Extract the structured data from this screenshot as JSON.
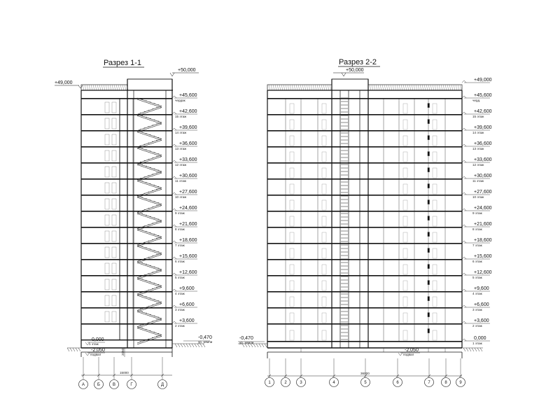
{
  "section_1": {
    "title": "Разрез 1-1",
    "top_left": "+49,000",
    "top_right": "+50,000",
    "levels_right": [
      {
        "mark": "+45,600",
        "note": "чердак"
      },
      {
        "mark": "+42,600",
        "note": "15 этаж"
      },
      {
        "mark": "+39,600",
        "note": "14 этаж"
      },
      {
        "mark": "+36,600",
        "note": "13 этаж"
      },
      {
        "mark": "+33,600",
        "note": "12 этаж"
      },
      {
        "mark": "+30,600",
        "note": "11 этаж"
      },
      {
        "mark": "+27,600",
        "note": "10 этаж"
      },
      {
        "mark": "+24,600",
        "note": "9 этаж"
      },
      {
        "mark": "+21,600",
        "note": "8 этаж"
      },
      {
        "mark": "+18,600",
        "note": "7 этаж"
      },
      {
        "mark": "+15,600",
        "note": "6 этаж"
      },
      {
        "mark": "+12,600",
        "note": "5 этаж"
      },
      {
        "mark": "+9,600",
        "note": "4 этаж"
      },
      {
        "mark": "+6,600",
        "note": "3 этаж"
      },
      {
        "mark": "+3,600",
        "note": "2 этаж"
      }
    ],
    "ground": {
      "mark": "0,000",
      "note": "1 этаж"
    },
    "basement": {
      "mark": "-2,050",
      "note": "подвал"
    },
    "terrain": {
      "mark": "-0,470",
      "note": "ур. земли"
    },
    "dim_small": "2050",
    "overall_dim": "15000",
    "axes": [
      "А",
      "Б",
      "В",
      "Г",
      "Д"
    ]
  },
  "section_2": {
    "title": "Разрез 2-2",
    "top_center": "+50,000",
    "terrain": {
      "mark": "-0,470",
      "note": "ур. земли"
    },
    "levels_right": [
      {
        "mark": "+49,000",
        "note": ""
      },
      {
        "mark": "+45,600",
        "note": "черд."
      },
      {
        "mark": "+42,600",
        "note": "15 этаж"
      },
      {
        "mark": "+39,600",
        "note": "14 этаж"
      },
      {
        "mark": "+36,600",
        "note": "13 этаж"
      },
      {
        "mark": "+33,600",
        "note": "12 этаж"
      },
      {
        "mark": "+30,600",
        "note": "11 этаж"
      },
      {
        "mark": "+27,600",
        "note": "10 этаж"
      },
      {
        "mark": "+24,600",
        "note": "9 этаж"
      },
      {
        "mark": "+21,600",
        "note": "8 этаж"
      },
      {
        "mark": "+18,600",
        "note": "7 этаж"
      },
      {
        "mark": "+15,600",
        "note": "6 этаж"
      },
      {
        "mark": "+12,600",
        "note": "5 этаж"
      },
      {
        "mark": "+9,600",
        "note": "4 этаж"
      },
      {
        "mark": "+6,600",
        "note": "3 этаж"
      },
      {
        "mark": "+3,600",
        "note": "2 этаж"
      },
      {
        "mark": "0,000",
        "note": "1 этаж"
      }
    ],
    "basement": {
      "mark": "-2,050",
      "note": "подвал"
    },
    "overall_dim": "36000",
    "axes": [
      "1",
      "2",
      "3",
      "4",
      "5",
      "6",
      "7",
      "8",
      "9"
    ]
  }
}
